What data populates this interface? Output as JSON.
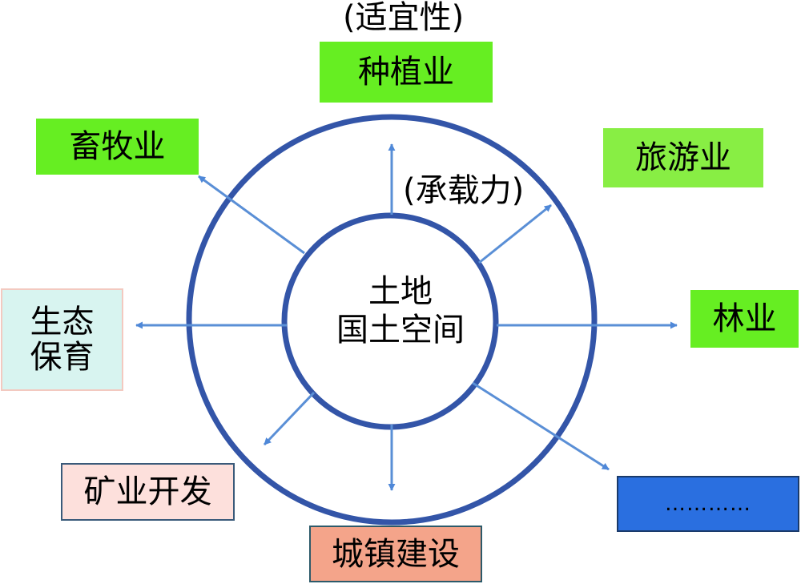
{
  "top_caption": "(适宜性)",
  "inner_caption": "(承载力)",
  "center": {
    "line1": "土地",
    "line2": "国土空间"
  },
  "boxes": {
    "planting": "种植业",
    "husbandry": "畜牧业",
    "tourism": "旅游业",
    "ecology_line1": "生态",
    "ecology_line2": "保育",
    "forestry": "林业",
    "mining": "矿业开发",
    "urban": "城镇建设",
    "more": "…………"
  },
  "colors": {
    "circle": "#3355a8",
    "arrow": "#5a8fd6",
    "green_bright": "#66ee22",
    "green_light": "#88ee44",
    "cyan_light": "#d8f4f0",
    "pink_light": "#fde0dc",
    "salmon": "#f4a48a",
    "blue_box": "#2a6fe0"
  }
}
